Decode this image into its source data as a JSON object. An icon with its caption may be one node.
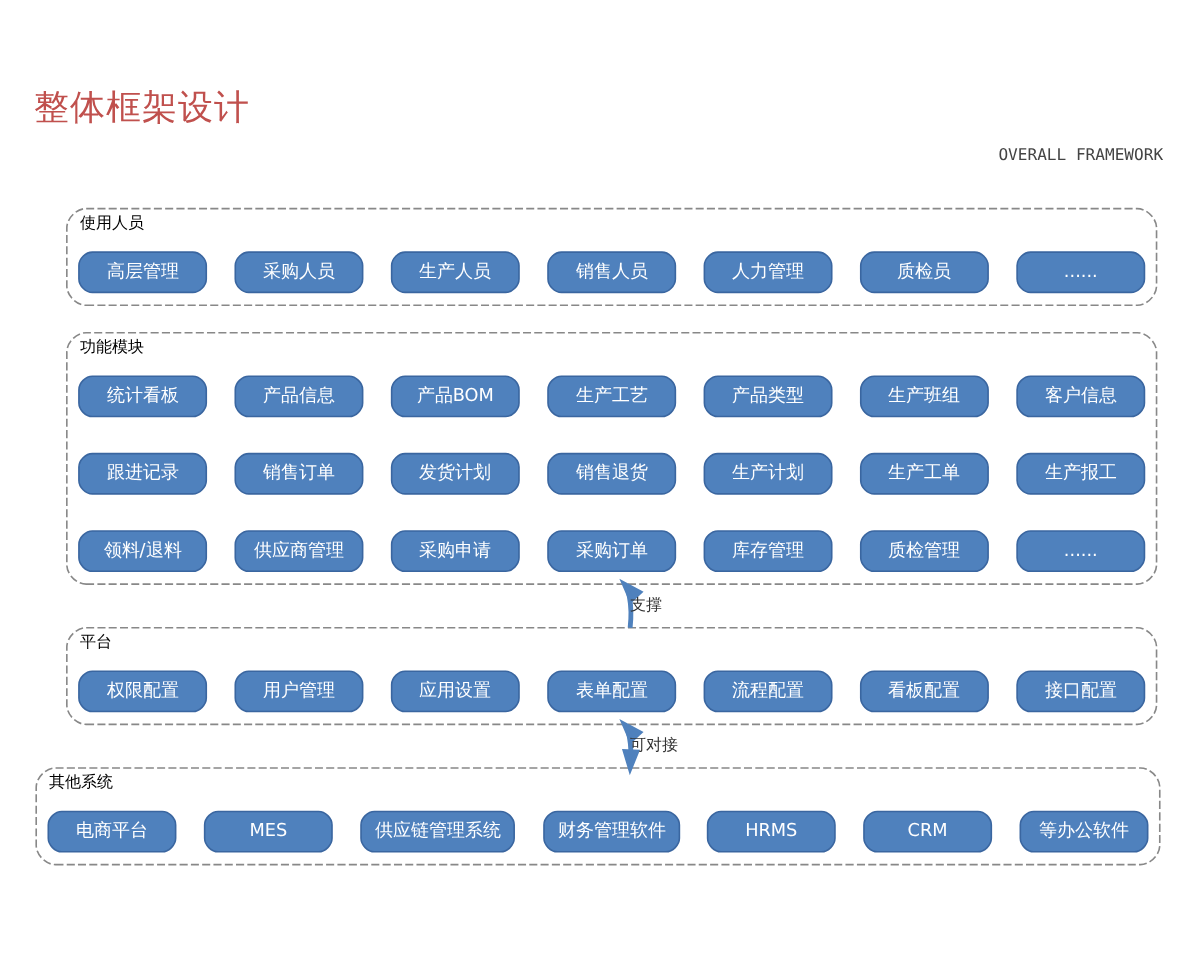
{
  "diagram": {
    "title": "整体框架设计",
    "nodes": [
      {
        "text": [
          "使用人员"
        ]
      },
      {
        "text": [
          "高层管理"
        ],
        "in": 0
      },
      {
        "text": [
          "采购人员"
        ],
        "in": 0
      },
      {
        "text": [
          "生产人员"
        ],
        "in": 0
      },
      {
        "text": [
          "销售人员"
        ],
        "in": 0
      },
      {
        "text": [
          "人力管理"
        ],
        "in": 0
      },
      {
        "text": [
          "质检员"
        ],
        "in": 0
      },
      {
        "text": [
          "......"
        ],
        "in": 0
      },
      {
        "text": [
          "功能模块"
        ]
      },
      {
        "text": [
          "统计看板"
        ],
        "in": 8
      },
      {
        "text": [
          "产品信息"
        ],
        "in": 8
      },
      {
        "text": [
          "产品BOM"
        ],
        "in": 8
      },
      {
        "text": [
          "生产工艺"
        ],
        "in": 8
      },
      {
        "text": [
          "产品类型"
        ],
        "in": 8
      },
      {
        "text": [
          "生产班组"
        ],
        "in": 8
      },
      {
        "text": [
          "客户信息"
        ],
        "in": 8
      },
      {
        "text": [
          "跟进记录"
        ],
        "in": 8
      },
      {
        "text": [
          "销售订单"
        ],
        "in": 8
      },
      {
        "text": [
          "发货计划"
        ],
        "in": 8
      },
      {
        "text": [
          "销售退货"
        ],
        "in": 8
      },
      {
        "text": [
          "生产计划"
        ],
        "in": 8
      },
      {
        "text": [
          "生产工单"
        ],
        "in": 8
      },
      {
        "text": [
          "生产报工"
        ],
        "in": 8
      },
      {
        "text": [
          "领料/退料"
        ],
        "in": 8
      },
      {
        "text": [
          "供应商管理"
        ],
        "in": 8
      },
      {
        "text": [
          "采购申请"
        ],
        "in": 8
      },
      {
        "text": [
          "采购订单"
        ],
        "in": 8
      },
      {
        "text": [
          "库存管理"
        ],
        "in": 8
      },
      {
        "text": [
          "质检管理"
        ],
        "in": 8
      },
      {
        "text": [
          "......"
        ],
        "in": 8
      },
      {
        "text": [
          "平台"
        ]
      },
      {
        "text": [
          "权限配置"
        ],
        "in": 30
      },
      {
        "text": [
          "用户管理"
        ],
        "in": 30
      },
      {
        "text": [
          "应用设置"
        ],
        "in": 30
      },
      {
        "text": [
          "表单配置"
        ],
        "in": 30
      },
      {
        "text": [
          "流程配置"
        ],
        "in": 30
      },
      {
        "text": [
          "看板配置"
        ],
        "in": 30
      },
      {
        "text": [
          "接口配置"
        ],
        "in": 30
      },
      {
        "text": [
          "其他系统"
        ]
      },
      {
        "text": [
          "电商平台"
        ],
        "in": 38
      },
      {
        "text": [
          "MES"
        ],
        "in": 38
      },
      {
        "text": [
          "供应链管理系统"
        ],
        "in": 38
      },
      {
        "text": [
          "财务管理软件"
        ],
        "in": 38
      },
      {
        "text": [
          "HRMS"
        ],
        "in": 38
      },
      {
        "text": [
          "CRM"
        ],
        "in": 38
      },
      {
        "text": [
          "等办公软件"
        ],
        "in": 38
      }
    ],
    "edges": [
      {
        "from": 30,
        "to": 8,
        "arrow": "to",
        "label": "支撑"
      },
      {
        "from": 38,
        "to": 30,
        "arrow": "both",
        "label": "可对接"
      }
    ],
    "labels": [
      "OVERALL FRAMEWORK"
    ]
  }
}
